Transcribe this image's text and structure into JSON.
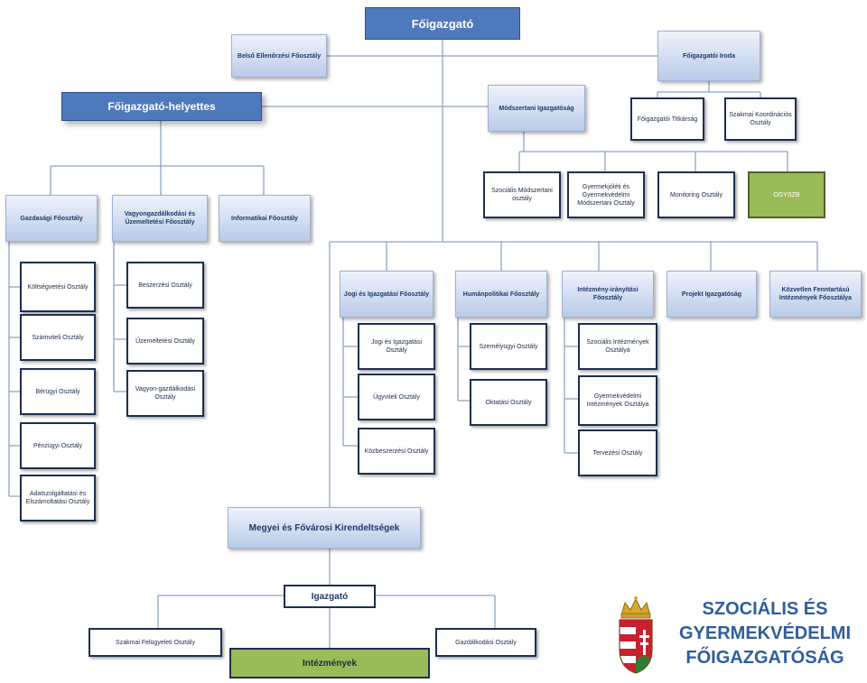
{
  "top": {
    "head": "Főigazgató",
    "internal_audit": "Belső Ellenőrzési Főosztály",
    "office": "Főigazgatói Iroda",
    "secretariat": "Főigazgatói Titkárság",
    "coordination": "Szakmai Koordinációs Osztály",
    "deputy": "Főigazgató-helyettes",
    "methodology": "Módszertani Igazgatóság"
  },
  "methodology_units": [
    "Szociális Módszertani osztály",
    "Gyermekjóléti és Gyermekvédelmi Módszertani Osztály",
    "Monitoring Osztály",
    "OGYSZB"
  ],
  "deputy_departments": {
    "economic": "Gazdasági Főosztály",
    "assets": "Vagyongazdálkodási és Üzemeltetési Főosztály",
    "it": "Informatikai Főosztály"
  },
  "economic_units": [
    "Költségvetési Osztály",
    "Számviteli Osztály",
    "Bérügyi Osztály",
    "Pénzügyi Osztály",
    "Adatszolgáltatási és Elszámoltatási Osztály"
  ],
  "assets_units": [
    "Beszerzési Osztály",
    "Üzemeltetési Osztály",
    "Vagyon-gazdálkodási Osztály"
  ],
  "head_departments": {
    "legal": "Jogi és Igazgatási Főosztály",
    "hr": "Humánpolitikai Főosztály",
    "institutions": "Intézmény-irányítási Főosztály",
    "project": "Projekt Igazgatóság",
    "direct": "Közvetlen Fenntartású Intézmények Főosztálya"
  },
  "legal_units": [
    "Jogi és Igazgatási Osztály",
    "Ügyviteli Osztály",
    "Közbeszerzési Osztály"
  ],
  "hr_units": [
    "Személyügyi Osztály",
    "Oktatási Osztály"
  ],
  "institution_units": [
    "Szociális Intézmények Osztálya",
    "Gyermekvédelmi Intézmények Osztálya",
    "Tervezési Osztály"
  ],
  "county": {
    "title": "Megyei és Fővárosi Kirendeltségek",
    "director": "Igazgató",
    "professional": "Szakmai Felügyeleti Osztály",
    "finance": "Gazdálkodási Osztály",
    "institutions": "Intézmények"
  },
  "brand": {
    "line1": "SZOCIÁLIS ÉS",
    "line2": "GYERMEKVÉDELMI",
    "line3": "FŐIGAZGATÓSÁG"
  },
  "colors": {
    "dark_blue": "#4f79bd",
    "light_blue": "#b9cbe8",
    "green": "#9bbb59",
    "navy": "#1c2f52",
    "brand_text": "#2f5f9a"
  }
}
